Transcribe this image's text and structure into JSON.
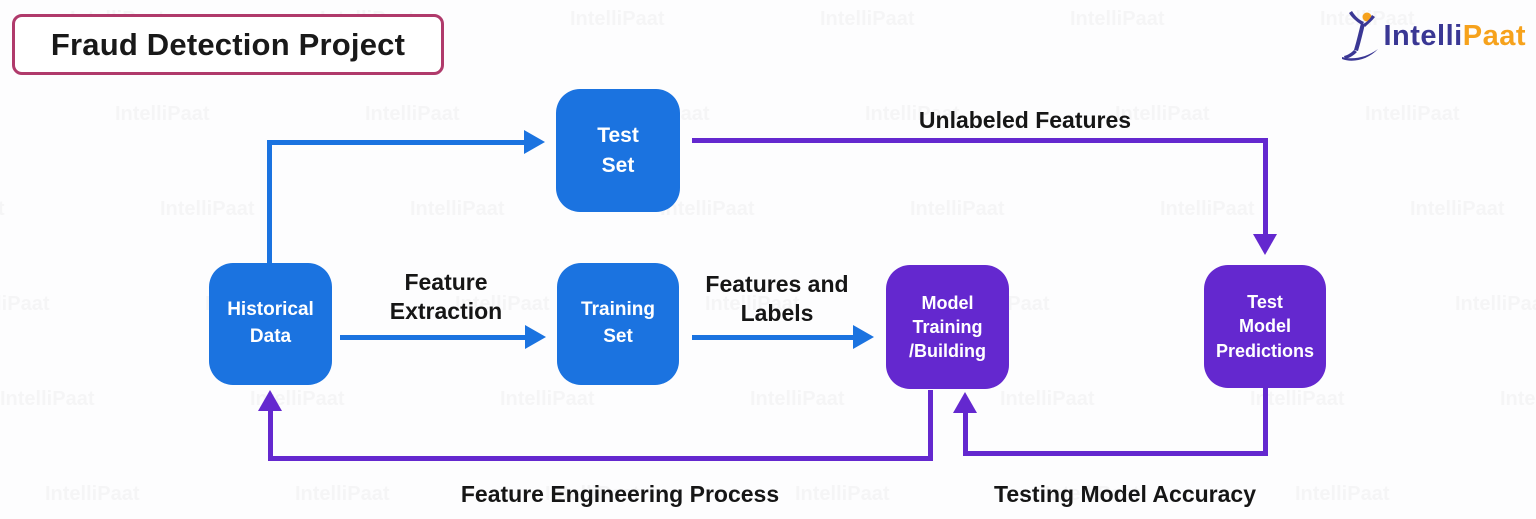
{
  "title": "Fraud Detection Project",
  "brand": {
    "name_part1": "Intelli",
    "name_part2": "Paat",
    "watermark": "IntelliPaat"
  },
  "colors": {
    "node_blue": "#1b73e0",
    "node_purple": "#6428cf",
    "arrow_blue": "#1b73e0",
    "arrow_purple": "#6428cf",
    "title_border": "#b03a6b",
    "logo_navy": "#3a3794",
    "logo_orange": "#f6a21c",
    "label_text": "#161616"
  },
  "nodes": {
    "test_set": {
      "label": "Test\nSet",
      "color": "blue"
    },
    "historical_data": {
      "label": "Historical\nData",
      "color": "blue"
    },
    "training_set": {
      "label": "Training\nSet",
      "color": "blue"
    },
    "model_training": {
      "label": "Model\nTraining\n/Building",
      "color": "purple"
    },
    "test_model_predictions": {
      "label": "Test\nModel\nPredictions",
      "color": "purple"
    }
  },
  "edges": {
    "split_to_test_set": {
      "from": "historical_data",
      "to": "test_set",
      "label": "",
      "color": "blue"
    },
    "feature_extraction": {
      "from": "historical_data",
      "to": "training_set",
      "label": "Feature\nExtraction",
      "color": "blue"
    },
    "features_and_labels": {
      "from": "training_set",
      "to": "model_training",
      "label": "Features and\nLabels",
      "color": "blue"
    },
    "unlabeled_features": {
      "from": "test_set",
      "to": "test_model_predictions",
      "label": "Unlabeled Features",
      "color": "purple"
    },
    "feature_engineering": {
      "from": "model_training",
      "to": "historical_data",
      "label": "Feature Engineering Process",
      "color": "purple"
    },
    "testing_model_accuracy": {
      "from": "test_model_predictions",
      "to": "model_training",
      "label": "Testing Model Accuracy",
      "color": "purple"
    }
  }
}
